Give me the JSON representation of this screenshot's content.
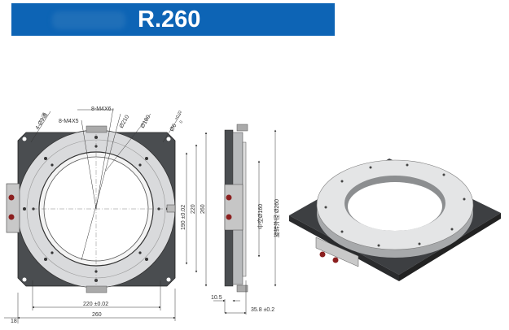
{
  "header": {
    "model": "R.260"
  },
  "front_view": {
    "callouts": {
      "mount_holes": "4-Ø9通",
      "thread_top": "8-M4X6",
      "thread_bottom": "8-M4X5",
      "dia_210": "Ø210",
      "dia_180": "Ø180",
      "pin_hole": "Ø6",
      "pin_tol_upper": "+0.02",
      "pin_tol_lower": "0"
    },
    "dims": {
      "inner_vertical": "190 ±0.02",
      "mid_vertical": "220",
      "outer_vertical": "260",
      "inner_horizontal": "220 ±0.02",
      "outer_horizontal": "260",
      "offset": "18"
    }
  },
  "side_view": {
    "dims": {
      "hollow": "中空Ø160",
      "rotation_od": "旋转外径 Ø260",
      "step": "10.5",
      "height": "35.8 ±0.2"
    }
  },
  "colors": {
    "banner": "#0d64b5",
    "plate": "#4a4d50",
    "ring": "#d9dadc",
    "connector_red": "#8b1f1f"
  }
}
